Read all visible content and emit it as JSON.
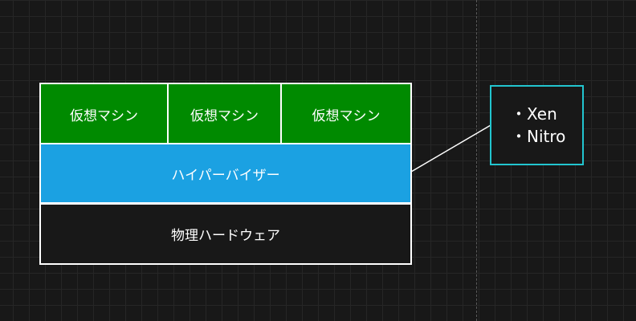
{
  "stack": {
    "virtual_machines": [
      "仮想マシン",
      "仮想マシン",
      "仮想マシン"
    ],
    "hypervisor": "ハイパーバイザー",
    "hardware": "物理ハードウェア"
  },
  "callout": {
    "items": [
      "・Xen",
      "・Nitro"
    ]
  },
  "colors": {
    "vm": "#008a00",
    "hypervisor": "#1ba1e2",
    "hardware": "#181818",
    "callout_border": "#22c5cf",
    "canvas": "#181818"
  }
}
